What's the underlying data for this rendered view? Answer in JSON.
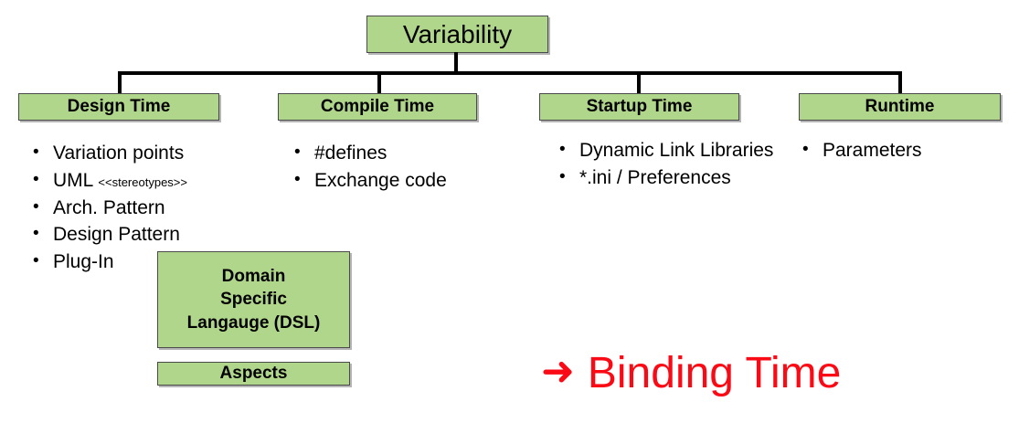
{
  "diagram": {
    "root": {
      "label": "Variability"
    },
    "levels": [
      {
        "id": "design-time",
        "label": "Design Time"
      },
      {
        "id": "compile-time",
        "label": "Compile Time"
      },
      {
        "id": "startup-time",
        "label": "Startup Time"
      },
      {
        "id": "runtime",
        "label": "Runtime"
      }
    ],
    "lists": {
      "design_time": [
        {
          "text": "Variation points",
          "tag": ""
        },
        {
          "text": "UML ",
          "tag": "<<stereotypes>>"
        },
        {
          "text": "Arch. Pattern",
          "tag": ""
        },
        {
          "text": "Design Pattern",
          "tag": ""
        },
        {
          "text": "Plug-In",
          "tag": ""
        }
      ],
      "compile_time": [
        {
          "text": "#defines",
          "tag": ""
        },
        {
          "text": "Exchange code",
          "tag": ""
        }
      ],
      "startup_time": [
        {
          "text": "Dynamic Link Libraries",
          "tag": ""
        },
        {
          "text": "*.ini / Preferences",
          "tag": ""
        }
      ],
      "runtime": [
        {
          "text": "Parameters",
          "tag": ""
        }
      ]
    },
    "extra_boxes": [
      {
        "id": "dsl",
        "lines": [
          "Domain",
          "Specific",
          "Langauge (DSL)"
        ]
      },
      {
        "id": "aspects",
        "label": "Aspects"
      }
    ],
    "callout": {
      "arrow": "➜",
      "arrow_icon_name": "right-arrow-icon",
      "text": "Binding Time"
    },
    "colors": {
      "box_fill": "#b0d68c",
      "box_border": "#4a4a4a",
      "connector": "#000000",
      "callout_red": "#fa0a14",
      "text": "#000000",
      "background": "#ffffff"
    },
    "bullet_glyph": "•"
  }
}
